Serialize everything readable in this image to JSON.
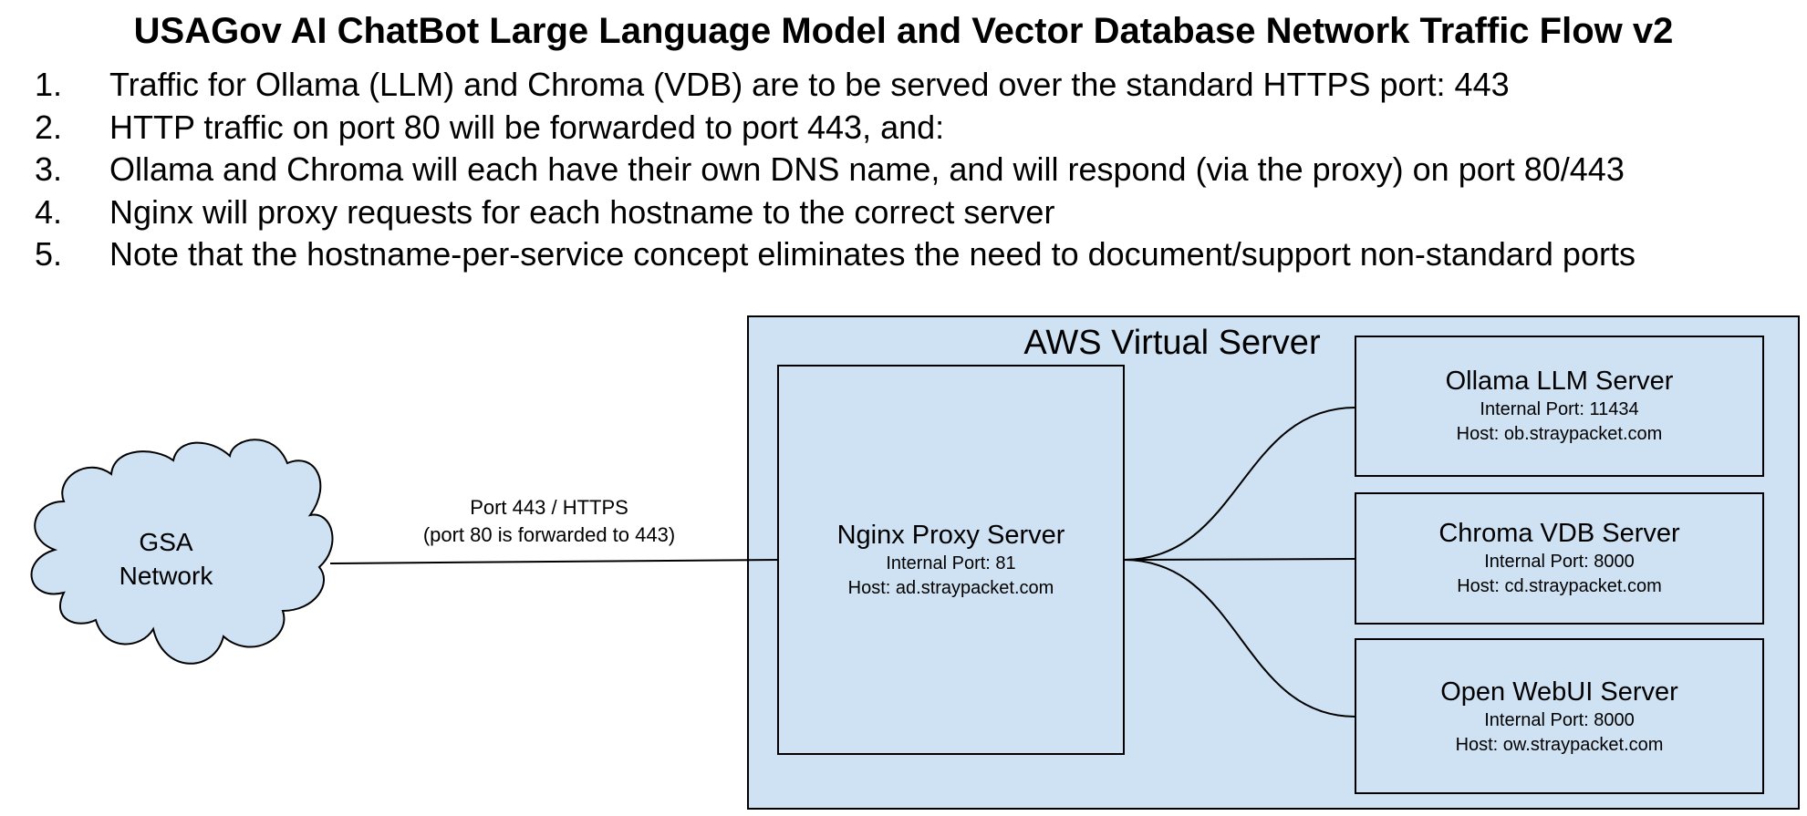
{
  "title": "USAGov AI ChatBot Large Language Model and Vector Database Network Traffic Flow v2",
  "notes": [
    {
      "num": "1.",
      "text": "Traffic for Ollama (LLM) and Chroma (VDB) are to be served over the standard HTTPS port: 443"
    },
    {
      "num": "2.",
      "text": "HTTP traffic on port 80 will be forwarded to port 443, and:"
    },
    {
      "num": "3.",
      "text": "Ollama and Chroma will each have their own DNS name, and will respond (via the proxy) on port 80/443"
    },
    {
      "num": "4.",
      "text": "Nginx will proxy requests for each hostname to the correct server"
    },
    {
      "num": "5.",
      "text": "Note that the hostname-per-service concept eliminates the need to document/support non-standard ports"
    }
  ],
  "diagram": {
    "cloud": {
      "line1": "GSA",
      "line2": "Network"
    },
    "link_label": {
      "line1": "Port 443 / HTTPS",
      "line2": "(port 80 is forwarded to 443)"
    },
    "aws": {
      "label": "AWS Virtual Server"
    },
    "nginx": {
      "title": "Nginx Proxy Server",
      "port": "Internal Port: 81",
      "host": "Host: ad.straypacket.com"
    },
    "ollama": {
      "title": "Ollama LLM Server",
      "port": "Internal Port: 11434",
      "host": "Host: ob.straypacket.com"
    },
    "chroma": {
      "title": "Chroma VDB Server",
      "port": "Internal Port: 8000",
      "host": "Host: cd.straypacket.com"
    },
    "webui": {
      "title": "Open WebUI Server",
      "port": "Internal Port: 8000",
      "host": "Host: ow.straypacket.com"
    }
  },
  "colors": {
    "fill": "#cfe2f3",
    "stroke": "#000000"
  }
}
